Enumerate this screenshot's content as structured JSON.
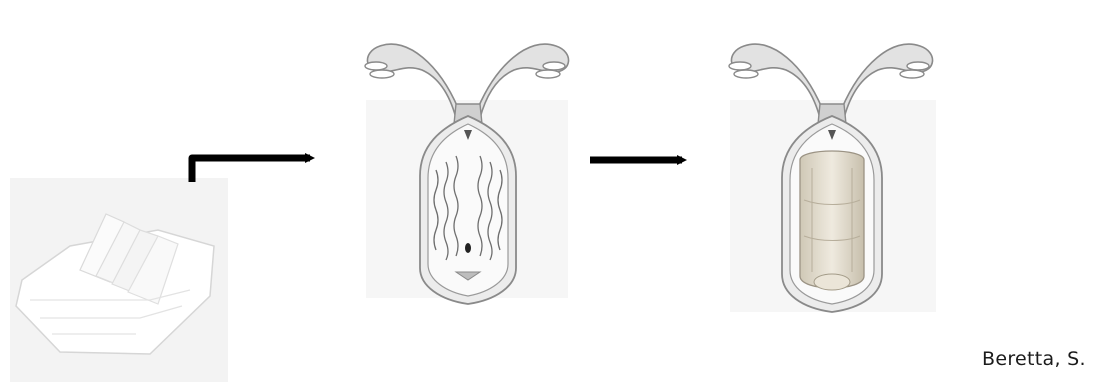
{
  "credit": "Beretta, S.",
  "figure": {
    "steps": [
      "gauze-pack",
      "uterine-cavity-empty",
      "uterine-cavity-packed"
    ],
    "colors": {
      "arrow": "#000000",
      "outline": "#8a8a8a",
      "tissue": "#d9d9d9",
      "gauze": "#ffffff",
      "packing": "#e6e0d2"
    }
  }
}
